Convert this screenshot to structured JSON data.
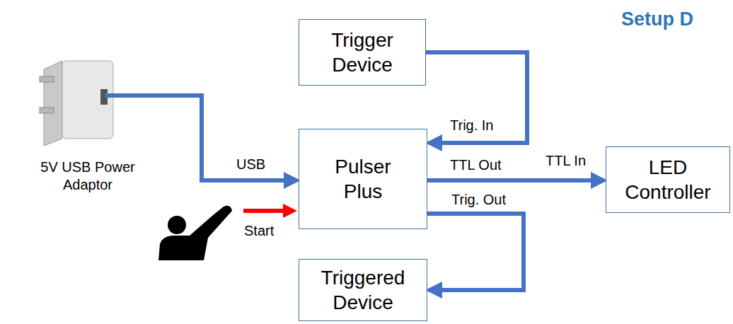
{
  "diagram": {
    "title": "Setup D",
    "nodes": [
      {
        "text": [
          "Trigger Device"
        ]
      },
      {
        "text": [
          "5V USB Power Adaptor"
        ]
      },
      {
        "text": [
          "Pulser Plus"
        ]
      },
      {
        "text": [
          "LED Controller"
        ]
      },
      {
        "text": [
          "Triggered Device"
        ]
      }
    ],
    "edges": [
      {
        "from": 0,
        "to": 2,
        "label": "Trig. In",
        "arrow": "to"
      },
      {
        "from": 1,
        "to": 2,
        "label": "USB",
        "arrow": "to"
      },
      {
        "from": 2,
        "to": 3,
        "label": "TTL Out",
        "arrow": "to"
      },
      {
        "from": 2,
        "to": 4,
        "label": "Trig. Out",
        "arrow": "to"
      }
    ],
    "labels": [
      "TTL In",
      "Start"
    ]
  }
}
